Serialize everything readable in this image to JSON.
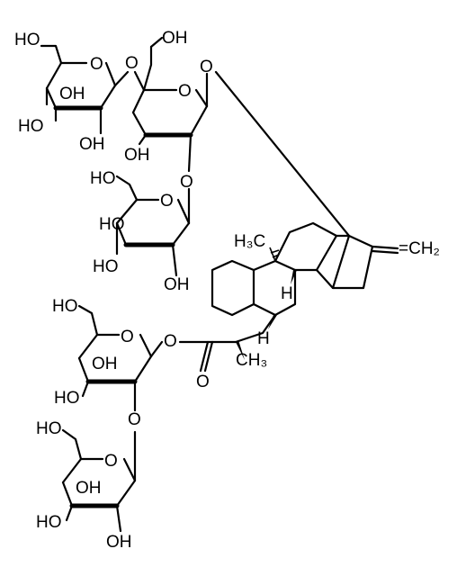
{
  "labels": {
    "sugar1": {
      "ho_top": "HO",
      "oh_mid": "OH",
      "ring_o": "O",
      "ho_bottom": "HO",
      "oh_bottom": "OH"
    },
    "link1_o": "O",
    "sugar2": {
      "oh_top": "OH",
      "ring_o": "O",
      "oh_bottom": "OH"
    },
    "link2_o": "O",
    "link3_o": "O",
    "sugar3": {
      "ho_top": "HO",
      "ring_o": "O",
      "ho_mid": "HO",
      "ho_bottom": "HO",
      "oh_bottom": "OH"
    },
    "core": {
      "methyl_top": "H₃C",
      "methylene": "=CH₂",
      "h_upper": "H",
      "h_lower": "H",
      "methyl_bottom": "CH₃",
      "carbonyl_o": "O"
    },
    "ester_o": "O",
    "sugar4": {
      "ho_top": "HO",
      "ring_o": "O",
      "oh_mid": "OH",
      "ho_bottom": "HO"
    },
    "link4_o": "O",
    "sugar5": {
      "ho_top": "HO",
      "ring_o": "O",
      "oh_mid": "OH",
      "ho_bottom": "HO",
      "oh_bottom": "OH"
    }
  }
}
